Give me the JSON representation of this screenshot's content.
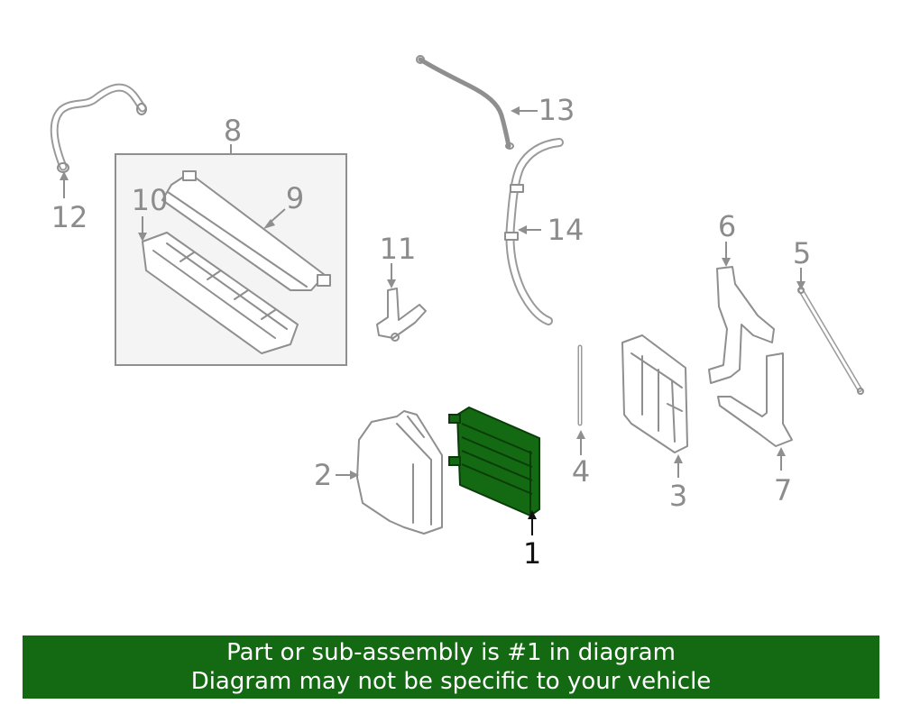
{
  "callouts": {
    "c1": "1",
    "c2": "2",
    "c3": "3",
    "c4": "4",
    "c5": "5",
    "c6": "6",
    "c7": "7",
    "c8": "8",
    "c9": "9",
    "c10": "10",
    "c11": "11",
    "c12": "12",
    "c13": "13",
    "c14": "14"
  },
  "highlight_color": "#146a12",
  "banner": {
    "line1": "Part or sub-assembly is #1 in diagram",
    "line2": "Diagram may not be specific to your vehicle",
    "background": "#146a12"
  }
}
